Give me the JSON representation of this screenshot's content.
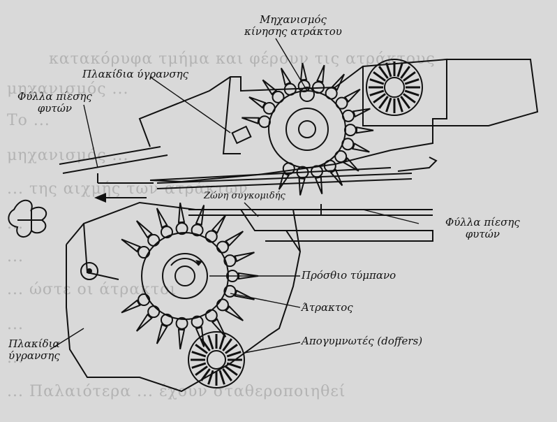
{
  "labels": {
    "spindle_drive": [
      "Μηχανισμός",
      "κίνησης ατράκτου"
    ],
    "moistening_pads_top": "Πλακίδια ύγρανσης",
    "pressure_plates_left": [
      "Φύλλα πίεσης",
      "φυτών"
    ],
    "harvest_zone": "Ζώνη συγκομιδής",
    "pressure_plates_right": [
      "Φύλλα πίεσης",
      "φυτών"
    ],
    "front_drum": "Πρόσθιο τύμπανο",
    "spindle": "Άτρακτος",
    "doffers": "Απογυμνωτές (doffers)",
    "moistening_pads_bottom": [
      "Πλακίδια",
      "ύγρανσης"
    ]
  },
  "colors": {
    "background": "#d9d9d9",
    "ink": "#111111",
    "faded_text": "#b3b3b3"
  }
}
